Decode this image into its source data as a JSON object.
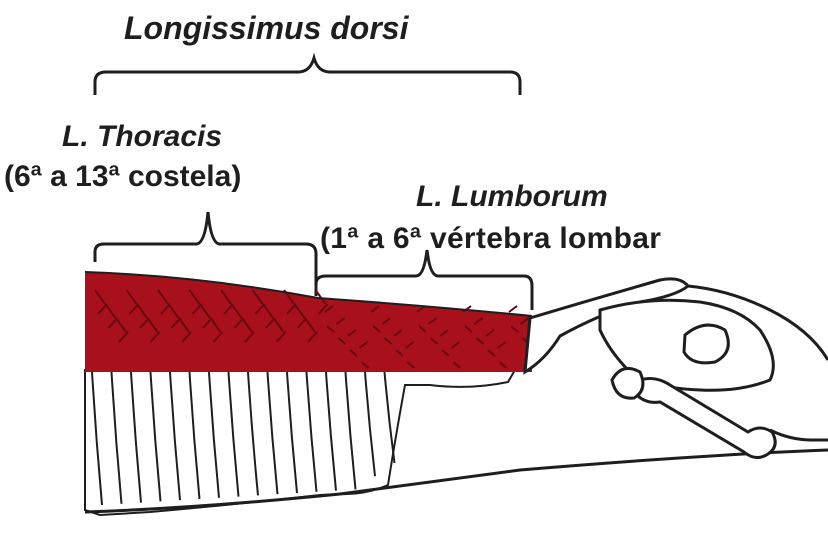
{
  "labels": {
    "title": "Longissimus dorsi",
    "thoracis_name": "L. Thoracis",
    "thoracis_range": "(6ª a 13ª costela)",
    "lumborum_name": "L. Lumborum",
    "lumborum_range": "(1ª a 6ª vértebra lombar"
  },
  "colors": {
    "muscle": "#a8101c",
    "muscle_dark": "#6a0810",
    "outline": "#1e1e1e",
    "background": "#ffffff"
  }
}
